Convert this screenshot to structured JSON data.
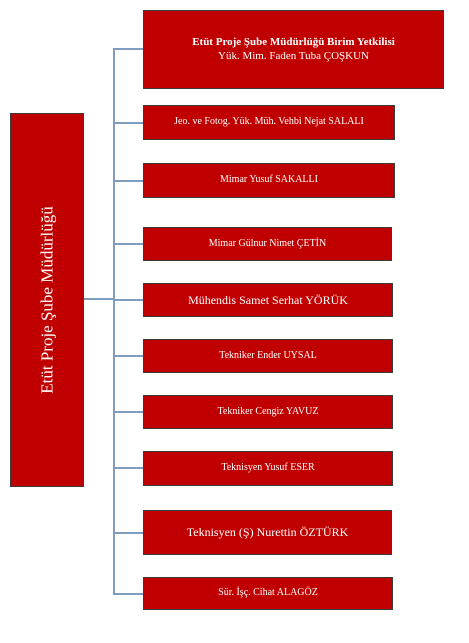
{
  "root": {
    "label": "Etüt Proje Şube Müdürlüğü"
  },
  "head": {
    "title": "Etüt Proje Şube Müdürlüğü Birim Yetkilisi",
    "name": "Yük. Mim. Faden Tuba ÇOŞKUN"
  },
  "staff": [
    "Jeo. ve Fotog. Yük. Müh. Vehbi Nejat SALALI",
    "Mimar Yusuf SAKALLI",
    "Mimar Gülnur Nimet ÇETİN",
    "Mühendis Samet Serhat YÖRÜK",
    "Tekniker Ender UYSAL",
    "Tekniker Cengiz YAVUZ",
    "Teknisyen Yusuf ESER",
    "Teknisyen (Ş) Nurettin ÖZTÜRK",
    "Sür. İşç. Cihat ALAGÖZ"
  ],
  "colors": {
    "box": "#c00000",
    "connector": "#7e9cbd",
    "text": "#ffffff"
  }
}
